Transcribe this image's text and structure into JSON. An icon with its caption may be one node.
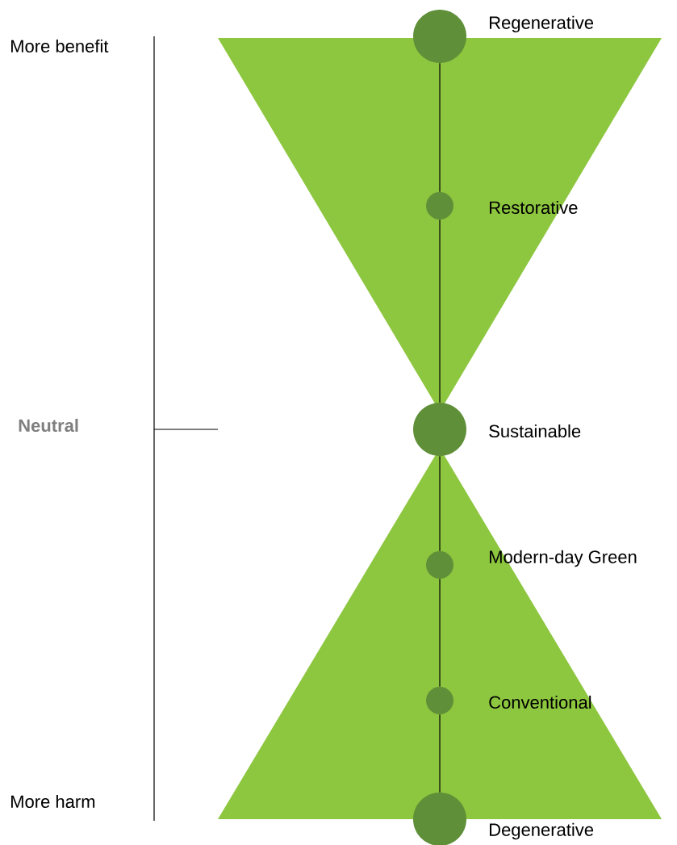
{
  "diagram": {
    "nodes": [
      {
        "text": [],
        "shape": "circle",
        "beside": [
          "Regenerative"
        ]
      },
      {
        "text": [],
        "shape": "circle",
        "beside": [
          "Restorative"
        ]
      },
      {
        "text": [],
        "shape": "circle",
        "beside": [
          "Sustainable"
        ]
      },
      {
        "text": [],
        "shape": "circle",
        "beside": [
          "Modern-day Green"
        ]
      },
      {
        "text": [],
        "shape": "circle",
        "beside": [
          "Conventional"
        ]
      },
      {
        "text": [],
        "shape": "circle",
        "beside": [
          "Degenerative"
        ]
      }
    ],
    "edges": [
      {
        "from": 0,
        "to": 1,
        "arrow": "none"
      },
      {
        "from": 1,
        "to": 2,
        "arrow": "none"
      },
      {
        "from": 2,
        "to": 3,
        "arrow": "none"
      },
      {
        "from": 3,
        "to": 4,
        "arrow": "none"
      },
      {
        "from": 4,
        "to": 5,
        "arrow": "none"
      }
    ],
    "labels": [
      "More benefit",
      "Neutral",
      "More harm"
    ]
  }
}
